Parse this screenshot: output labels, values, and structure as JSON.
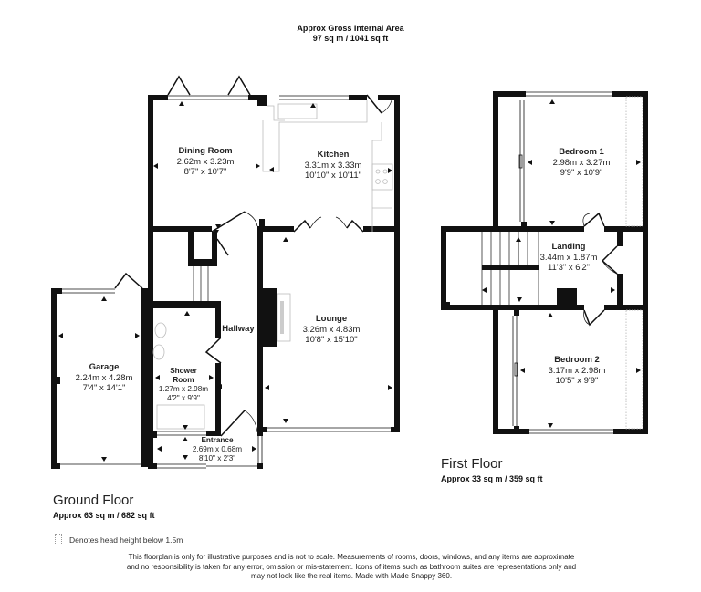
{
  "header": {
    "title": "Approx Gross Internal Area",
    "area": "97 sq m / 1041 sq ft"
  },
  "ground_floor": {
    "title": "Ground Floor",
    "area": "Approx 63 sq m / 682 sq ft",
    "rooms": [
      {
        "name": "Dining Room",
        "metric": "2.62m x 3.23m",
        "imperial": "8'7\" x 10'7\""
      },
      {
        "name": "Kitchen",
        "metric": "3.31m x 3.33m",
        "imperial": "10'10\" x 10'11\""
      },
      {
        "name": "Lounge",
        "metric": "3.26m x 4.83m",
        "imperial": "10'8\" x 15'10\""
      },
      {
        "name": "Hallway"
      },
      {
        "name": "Garage",
        "metric": "2.24m x 4.28m",
        "imperial": "7'4\" x 14'1\""
      },
      {
        "name": "Shower Room",
        "name_line1": "Shower",
        "name_line2": "Room",
        "metric": "1.27m x 2.98m",
        "imperial": "4'2\" x 9'9\""
      },
      {
        "name": "Entrance",
        "metric": "2.69m x 0.68m",
        "imperial": "8'10\" x 2'3\""
      }
    ]
  },
  "first_floor": {
    "title": "First Floor",
    "area": "Approx 33 sq m / 359 sq ft",
    "rooms": [
      {
        "name": "Bedroom 1",
        "metric": "2.98m x 3.27m",
        "imperial": "9'9\" x 10'9\""
      },
      {
        "name": "Landing",
        "metric": "3.44m x 1.87m",
        "imperial": "11'3\" x 6'2\""
      },
      {
        "name": "Bedroom 2",
        "metric": "3.17m x 2.98m",
        "imperial": "10'5\" x 9'9\""
      }
    ]
  },
  "legend": {
    "text": "Denotes head height below 1.5m"
  },
  "disclaimer": {
    "line1": "This floorplan is only for illustrative purposes and is not to scale. Measurements of rooms, doors, windows, and any items are approximate",
    "line2": "and no responsibility is taken for any error, omission or mis-statement. Icons of items such as bathroom suites are representations only and",
    "line3": "may not look like the real items. Made with Made Snappy 360."
  },
  "colors": {
    "wall": "#111111",
    "fixture": "#bbbbbb",
    "text": "#222222",
    "head_height_line": "#aaaaaa"
  }
}
